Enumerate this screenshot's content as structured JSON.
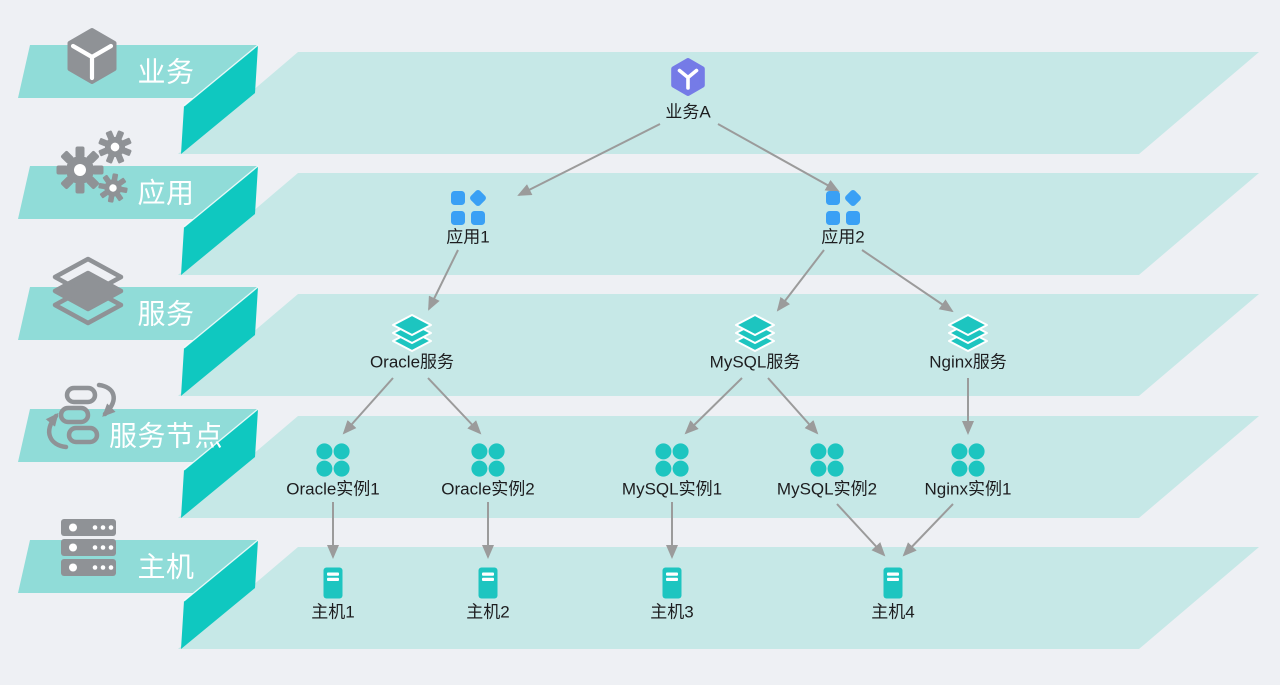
{
  "diagram": {
    "type": "layered-topology",
    "colors": {
      "background": "#eef0f4",
      "band": "#c6e8e7",
      "tab": "#90dcd8",
      "fold": "#0fc8c0",
      "tab_icon_gray": "#8f9296",
      "arrow": "#9b9b9b",
      "teal_node_icon": "#1dc5c0",
      "blue_node_icon": "#3aa0f5",
      "purple_node_icon": "#757be7",
      "node_text": "#1d1d1f",
      "tab_text": "#ffffff"
    }
  },
  "layers": [
    {
      "label": "业务",
      "icon": "cube-icon"
    },
    {
      "label": "应用",
      "icon": "gears-icon"
    },
    {
      "label": "服务",
      "icon": "layers-icon"
    },
    {
      "label": "服务节点",
      "icon": "workflow-icon"
    },
    {
      "label": "主机",
      "icon": "server-icon"
    }
  ],
  "nodes": {
    "business": [
      {
        "label": "业务A",
        "icon": "hexagon-cube-icon"
      }
    ],
    "applications": [
      {
        "label": "应用1",
        "icon": "apps-icon"
      },
      {
        "label": "应用2",
        "icon": "apps-icon"
      }
    ],
    "services": [
      {
        "label": "Oracle服务",
        "icon": "stack-icon"
      },
      {
        "label": "MySQL服务",
        "icon": "stack-icon"
      },
      {
        "label": "Nginx服务",
        "icon": "stack-icon"
      }
    ],
    "instances": [
      {
        "label": "Oracle实例1",
        "icon": "clover-icon"
      },
      {
        "label": "Oracle实例2",
        "icon": "clover-icon"
      },
      {
        "label": "MySQL实例1",
        "icon": "clover-icon"
      },
      {
        "label": "MySQL实例2",
        "icon": "clover-icon"
      },
      {
        "label": "Nginx实例1",
        "icon": "clover-icon"
      }
    ],
    "hosts": [
      {
        "label": "主机1",
        "icon": "host-icon"
      },
      {
        "label": "主机2",
        "icon": "host-icon"
      },
      {
        "label": "主机3",
        "icon": "host-icon"
      },
      {
        "label": "主机4",
        "icon": "host-icon"
      }
    ]
  },
  "edges": [
    {
      "from": "业务A",
      "to": "应用1"
    },
    {
      "from": "业务A",
      "to": "应用2"
    },
    {
      "from": "应用1",
      "to": "Oracle服务"
    },
    {
      "from": "应用2",
      "to": "MySQL服务"
    },
    {
      "from": "应用2",
      "to": "Nginx服务"
    },
    {
      "from": "Oracle服务",
      "to": "Oracle实例1"
    },
    {
      "from": "Oracle服务",
      "to": "Oracle实例2"
    },
    {
      "from": "MySQL服务",
      "to": "MySQL实例1"
    },
    {
      "from": "MySQL服务",
      "to": "MySQL实例2"
    },
    {
      "from": "Nginx服务",
      "to": "Nginx实例1"
    },
    {
      "from": "Oracle实例1",
      "to": "主机1"
    },
    {
      "from": "Oracle实例2",
      "to": "主机2"
    },
    {
      "from": "MySQL实例1",
      "to": "主机3"
    },
    {
      "from": "MySQL实例2",
      "to": "主机4"
    },
    {
      "from": "Nginx实例1",
      "to": "主机4"
    }
  ]
}
